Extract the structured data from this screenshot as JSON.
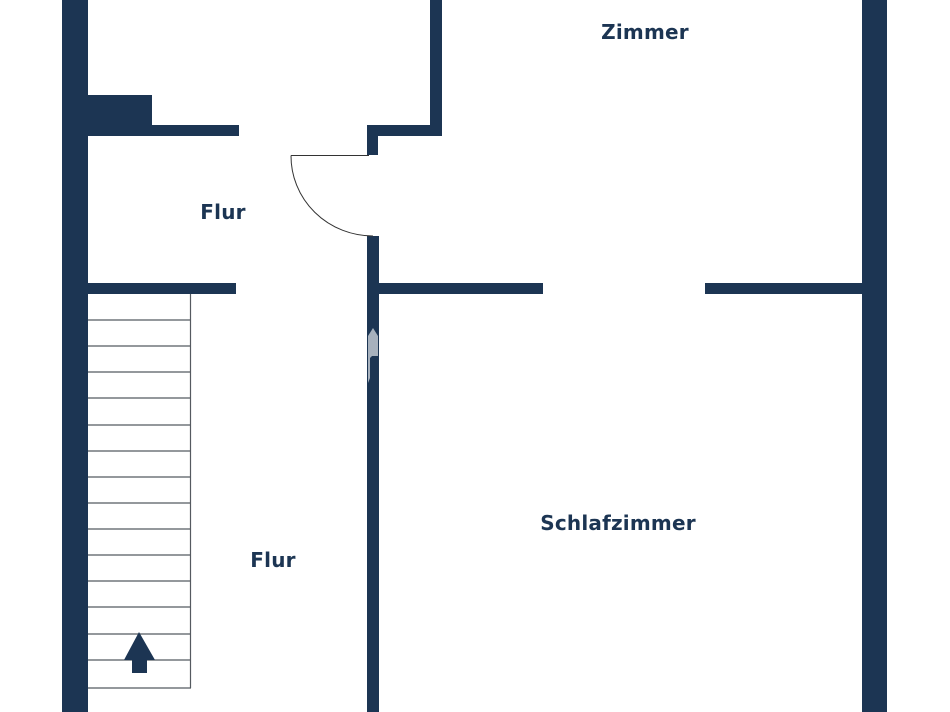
{
  "floorplan": {
    "colors": {
      "wall": "#1c3553",
      "background": "#ffffff",
      "stair_line": "#555a60",
      "marker": "#a7b1bd"
    },
    "rooms": [
      {
        "id": "zimmer",
        "label": "Zimmer"
      },
      {
        "id": "flur-upper",
        "label": "Flur"
      },
      {
        "id": "flur-lower",
        "label": "Flur"
      },
      {
        "id": "schlafzimmer",
        "label": "Schlafzimmer"
      }
    ],
    "stairs": {
      "steps": 15,
      "direction": "up",
      "icon": "arrow-up-icon"
    },
    "door": {
      "type": "swing",
      "icon": "door-swing-icon"
    }
  }
}
